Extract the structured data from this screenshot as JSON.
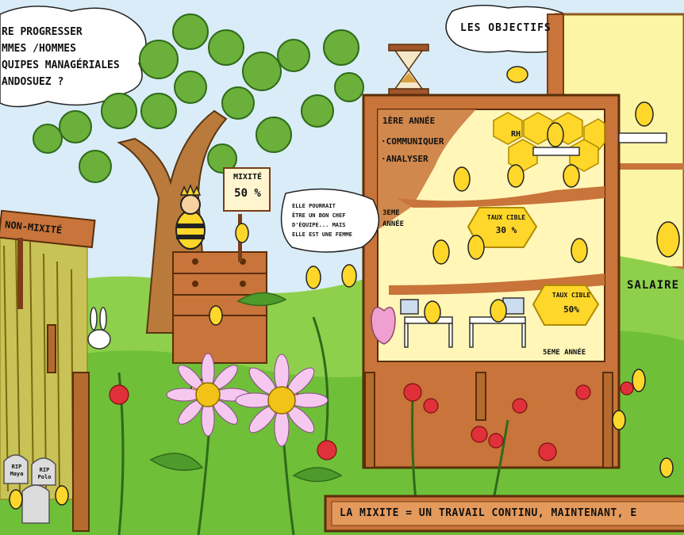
{
  "colors": {
    "sky": "#d9ecf7",
    "grass": "#8ed04b",
    "grass_dark": "#4e9a2a",
    "wood": "#c8743a",
    "wood_dark": "#7a3d17",
    "board_inside": "#fff6b8",
    "yellow_wall": "#fdf5a6",
    "honey": "#ffd72a",
    "flower_red": "#e0303a",
    "flower_pink": "#f0a0d0"
  },
  "icons": [
    "tree-icon",
    "bee-icon",
    "hourglass-icon",
    "flower-icon",
    "crown-icon",
    "rabbit-icon",
    "gravestone-icon",
    "honeycomb-icon"
  ],
  "top_left_bubble": {
    "lines": "RE PROGRESSER\nMMES /HOMMES\nQUIPES MANAGÉRIALES\nANDOSUEZ ?"
  },
  "objectives_bubble": {
    "text": "LES OBJECTIFS"
  },
  "queen_sign": {
    "line1": "MIXITÉ",
    "line2": "50 %"
  },
  "non_mixite_sign": {
    "text": "NON-MIXITÉ"
  },
  "chef_bubble": {
    "lines": "ELLE POURRAIT\nÊTRE UN BON CHEF\nD'ÉQUIPE... MAIS\nELLE EST UNE FEMME"
  },
  "board": {
    "year1_label": "1ÈRE ANNÉE",
    "items": [
      "·COMMUNIQUER",
      "·ANALYSER"
    ],
    "rh_label": "RH",
    "year3_label": "3EME\nANNÉE",
    "target1_label": "TAUX CIBLE",
    "target1_value": "30 %",
    "target2_label": "TAUX CIBLE",
    "target2_value": "50%",
    "year5_label": "5EME ANNÉE"
  },
  "salary_label": "SALAIRE",
  "graves": [
    "RIP\nMaya",
    "RIP\nPolo"
  ],
  "footer_banner": {
    "text": "LA MIXITÉ = UN TRAVAIL CONTINU, MAINTENANT, E"
  }
}
